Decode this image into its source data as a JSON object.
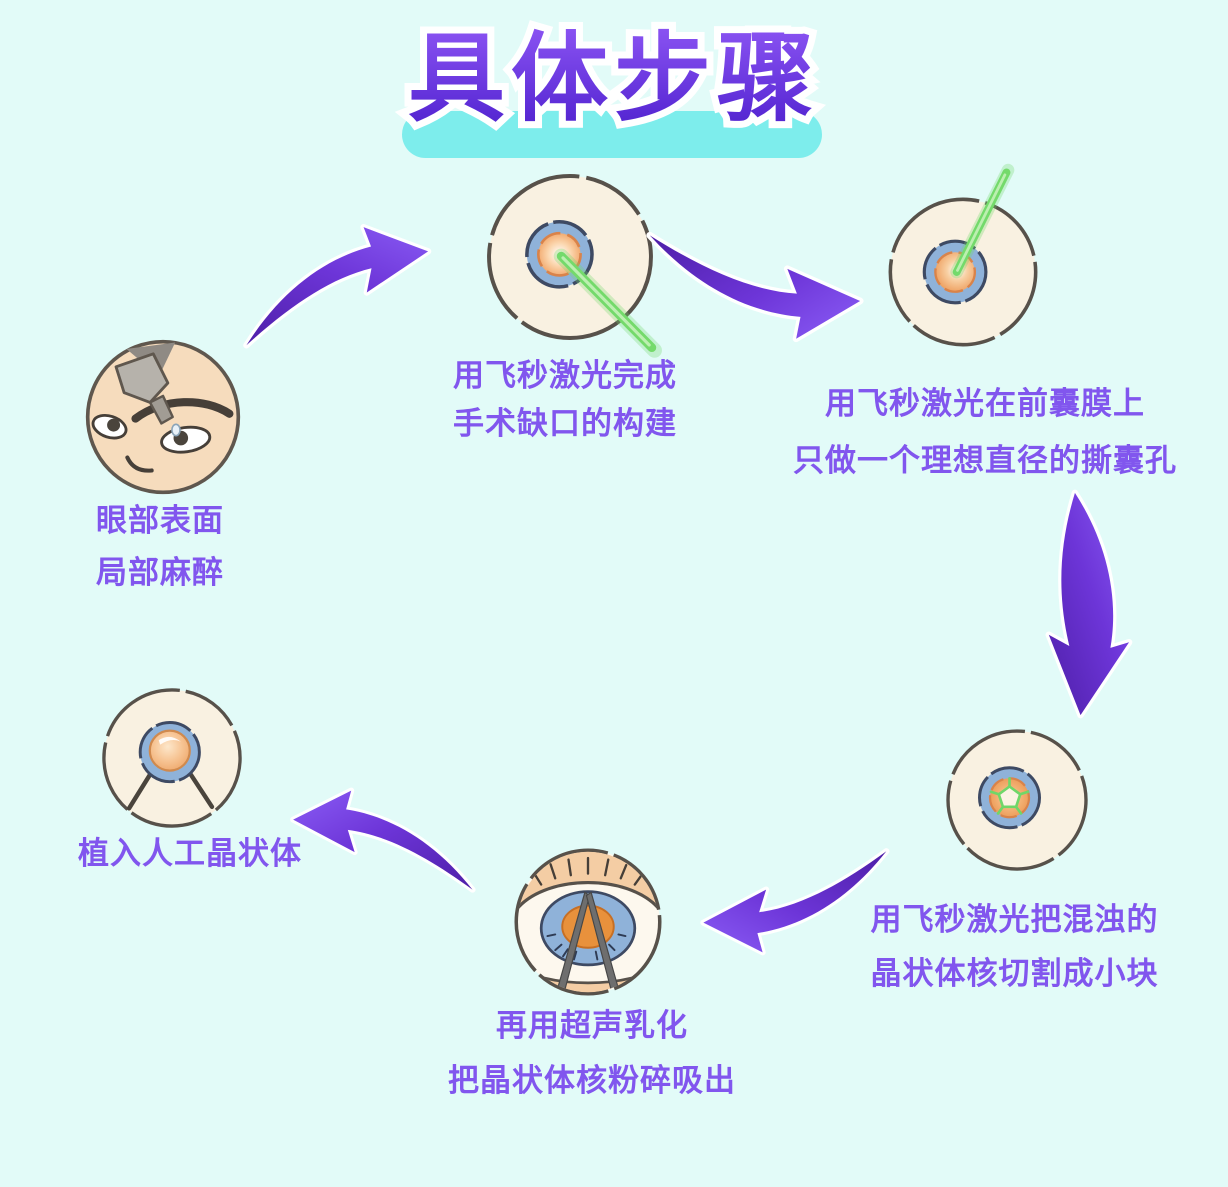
{
  "title": "具体步骤",
  "steps": [
    {
      "id": "anesthesia",
      "illustration": "face-eyedrop-illustration",
      "lines": [
        "眼部表面",
        "局部麻醉"
      ]
    },
    {
      "id": "incision",
      "illustration": "eye-laser-incision-illustration",
      "lines": [
        "用飞秒激光完成",
        "手术缺口的构建"
      ]
    },
    {
      "id": "capsulotomy",
      "illustration": "eye-laser-capsule-illustration",
      "lines": [
        "用飞秒激光在前囊膜上",
        "只做一个理想直径的撕囊孔"
      ]
    },
    {
      "id": "fragmentation",
      "illustration": "eye-pentagon-cut-illustration",
      "lines": [
        "用飞秒激光把混浊的",
        "晶状体核切割成小块"
      ]
    },
    {
      "id": "phaco",
      "illustration": "eye-tweezers-illustration",
      "lines": [
        "再用超声乳化",
        "把晶状体核粉碎吸出"
      ]
    },
    {
      "id": "iol",
      "illustration": "eye-iol-implant-illustration",
      "lines": [
        "植入人工晶状体"
      ]
    }
  ],
  "icons": [
    "curved-arrow-icon"
  ],
  "colors": {
    "background": "#e2fbf8",
    "title_purple_top": "#8a53f2",
    "title_purple_bottom": "#4a20c4",
    "highlight_cyan": "#7dedec",
    "text_purple": "#8156ee",
    "arrow_purple_dark": "#4e1fa8",
    "arrow_purple_light": "#8a5cf5",
    "laser_green": "#74da6b",
    "iris_blue": "#8fb2d9",
    "lens_orange": "#ef9a58",
    "sclera_cream": "#f9f1e1",
    "skin": "#f4cda4"
  }
}
